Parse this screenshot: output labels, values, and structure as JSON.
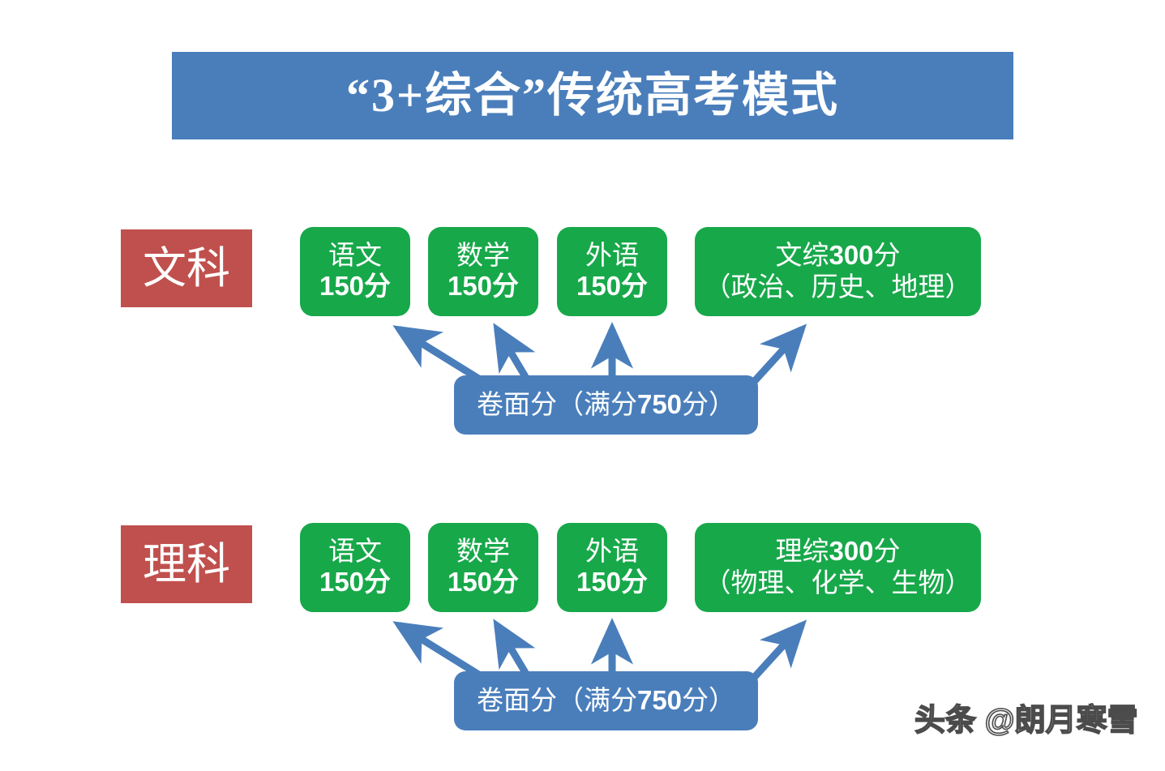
{
  "page": {
    "title": "“3+综合”传统高考模式",
    "background_color": "#ffffff"
  },
  "colors": {
    "banner_blue": "#4A7EBB",
    "label_red": "#C0504D",
    "subject_green": "#17A84A",
    "arrow_blue": "#4A7EBB",
    "text_white": "#ffffff"
  },
  "tracks": [
    {
      "id": "arts",
      "stream_label": "文科",
      "subjects": [
        {
          "name": "语文",
          "score": "150分"
        },
        {
          "name": "数学",
          "score": "150分"
        },
        {
          "name": "外语",
          "score": "150分"
        }
      ],
      "composite": {
        "line1_prefix": "文综",
        "line1_number": "300",
        "line1_suffix": "分",
        "line2": "（政治、历史、地理）"
      },
      "total": {
        "prefix": "卷面分（满分",
        "number": "750",
        "suffix": "分）"
      }
    },
    {
      "id": "science",
      "stream_label": "理科",
      "subjects": [
        {
          "name": "语文",
          "score": "150分"
        },
        {
          "name": "数学",
          "score": "150分"
        },
        {
          "name": "外语",
          "score": "150分"
        }
      ],
      "composite": {
        "line1_prefix": "理综",
        "line1_number": "300",
        "line1_suffix": "分",
        "line2": "（物理、化学、生物）"
      },
      "total": {
        "prefix": "卷面分（满分",
        "number": "750",
        "suffix": "分）"
      }
    }
  ],
  "watermark": {
    "text": "头条 @朗月寒雪"
  }
}
